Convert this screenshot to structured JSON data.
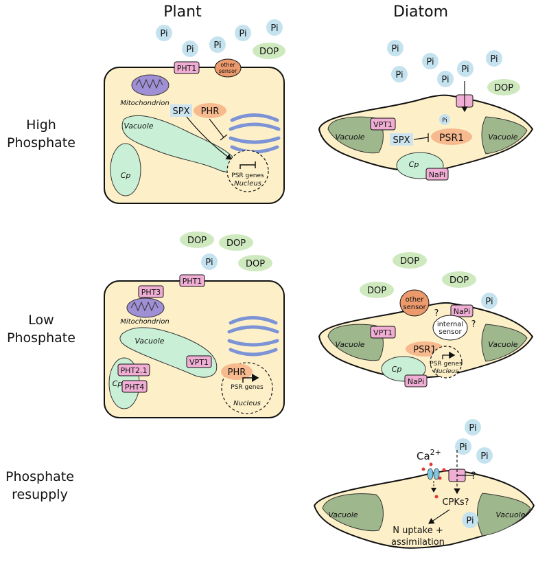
{
  "columns": {
    "plant": "Plant",
    "diatom": "Diatom"
  },
  "rows": {
    "high": [
      "High",
      "Phosphate"
    ],
    "low": [
      "Low",
      "Phosphate"
    ],
    "resupply": [
      "Phosphate",
      "resupply"
    ]
  },
  "labels": {
    "pi": "Pi",
    "dop": "DOP",
    "pht1": "PHT1",
    "pht3": "PHT3",
    "pht2_1": "PHT2.1",
    "pht4": "PHT4",
    "vpt1": "VPT1",
    "napi": "NaPi",
    "other_sensor": [
      "other",
      "sensor"
    ],
    "internal_sensor": [
      "internal",
      "sensor"
    ],
    "spx": "SPX",
    "phr": "PHR",
    "psr1": "PSR1",
    "psr_genes": "PSR genes",
    "nucleus": "Nucleus",
    "mitochondrion": "Mitochondrion",
    "vacuole": "Vacuole",
    "cp": "Cp",
    "question": "?",
    "ca": "Ca",
    "ca_sup": "2+",
    "cpks": "CPKs?",
    "n_uptake": [
      "N uptake +",
      "assimilation"
    ]
  },
  "colors": {
    "cell_fill": "#fdf0c8",
    "vacuole_green": "#c9f0d6",
    "vacuole_dark": "#9fb78d",
    "pi_blue": "#c5e2ef",
    "dop_green": "#cfe9bf",
    "transporter_pink": "#f0aed4",
    "sensor_orange": "#ec9a6c",
    "psr_orange": "#f7b98e",
    "mito_purple": "#9f8fd4",
    "golgi_blue": "#7c93d6",
    "spx_box": "#cde4ef"
  }
}
